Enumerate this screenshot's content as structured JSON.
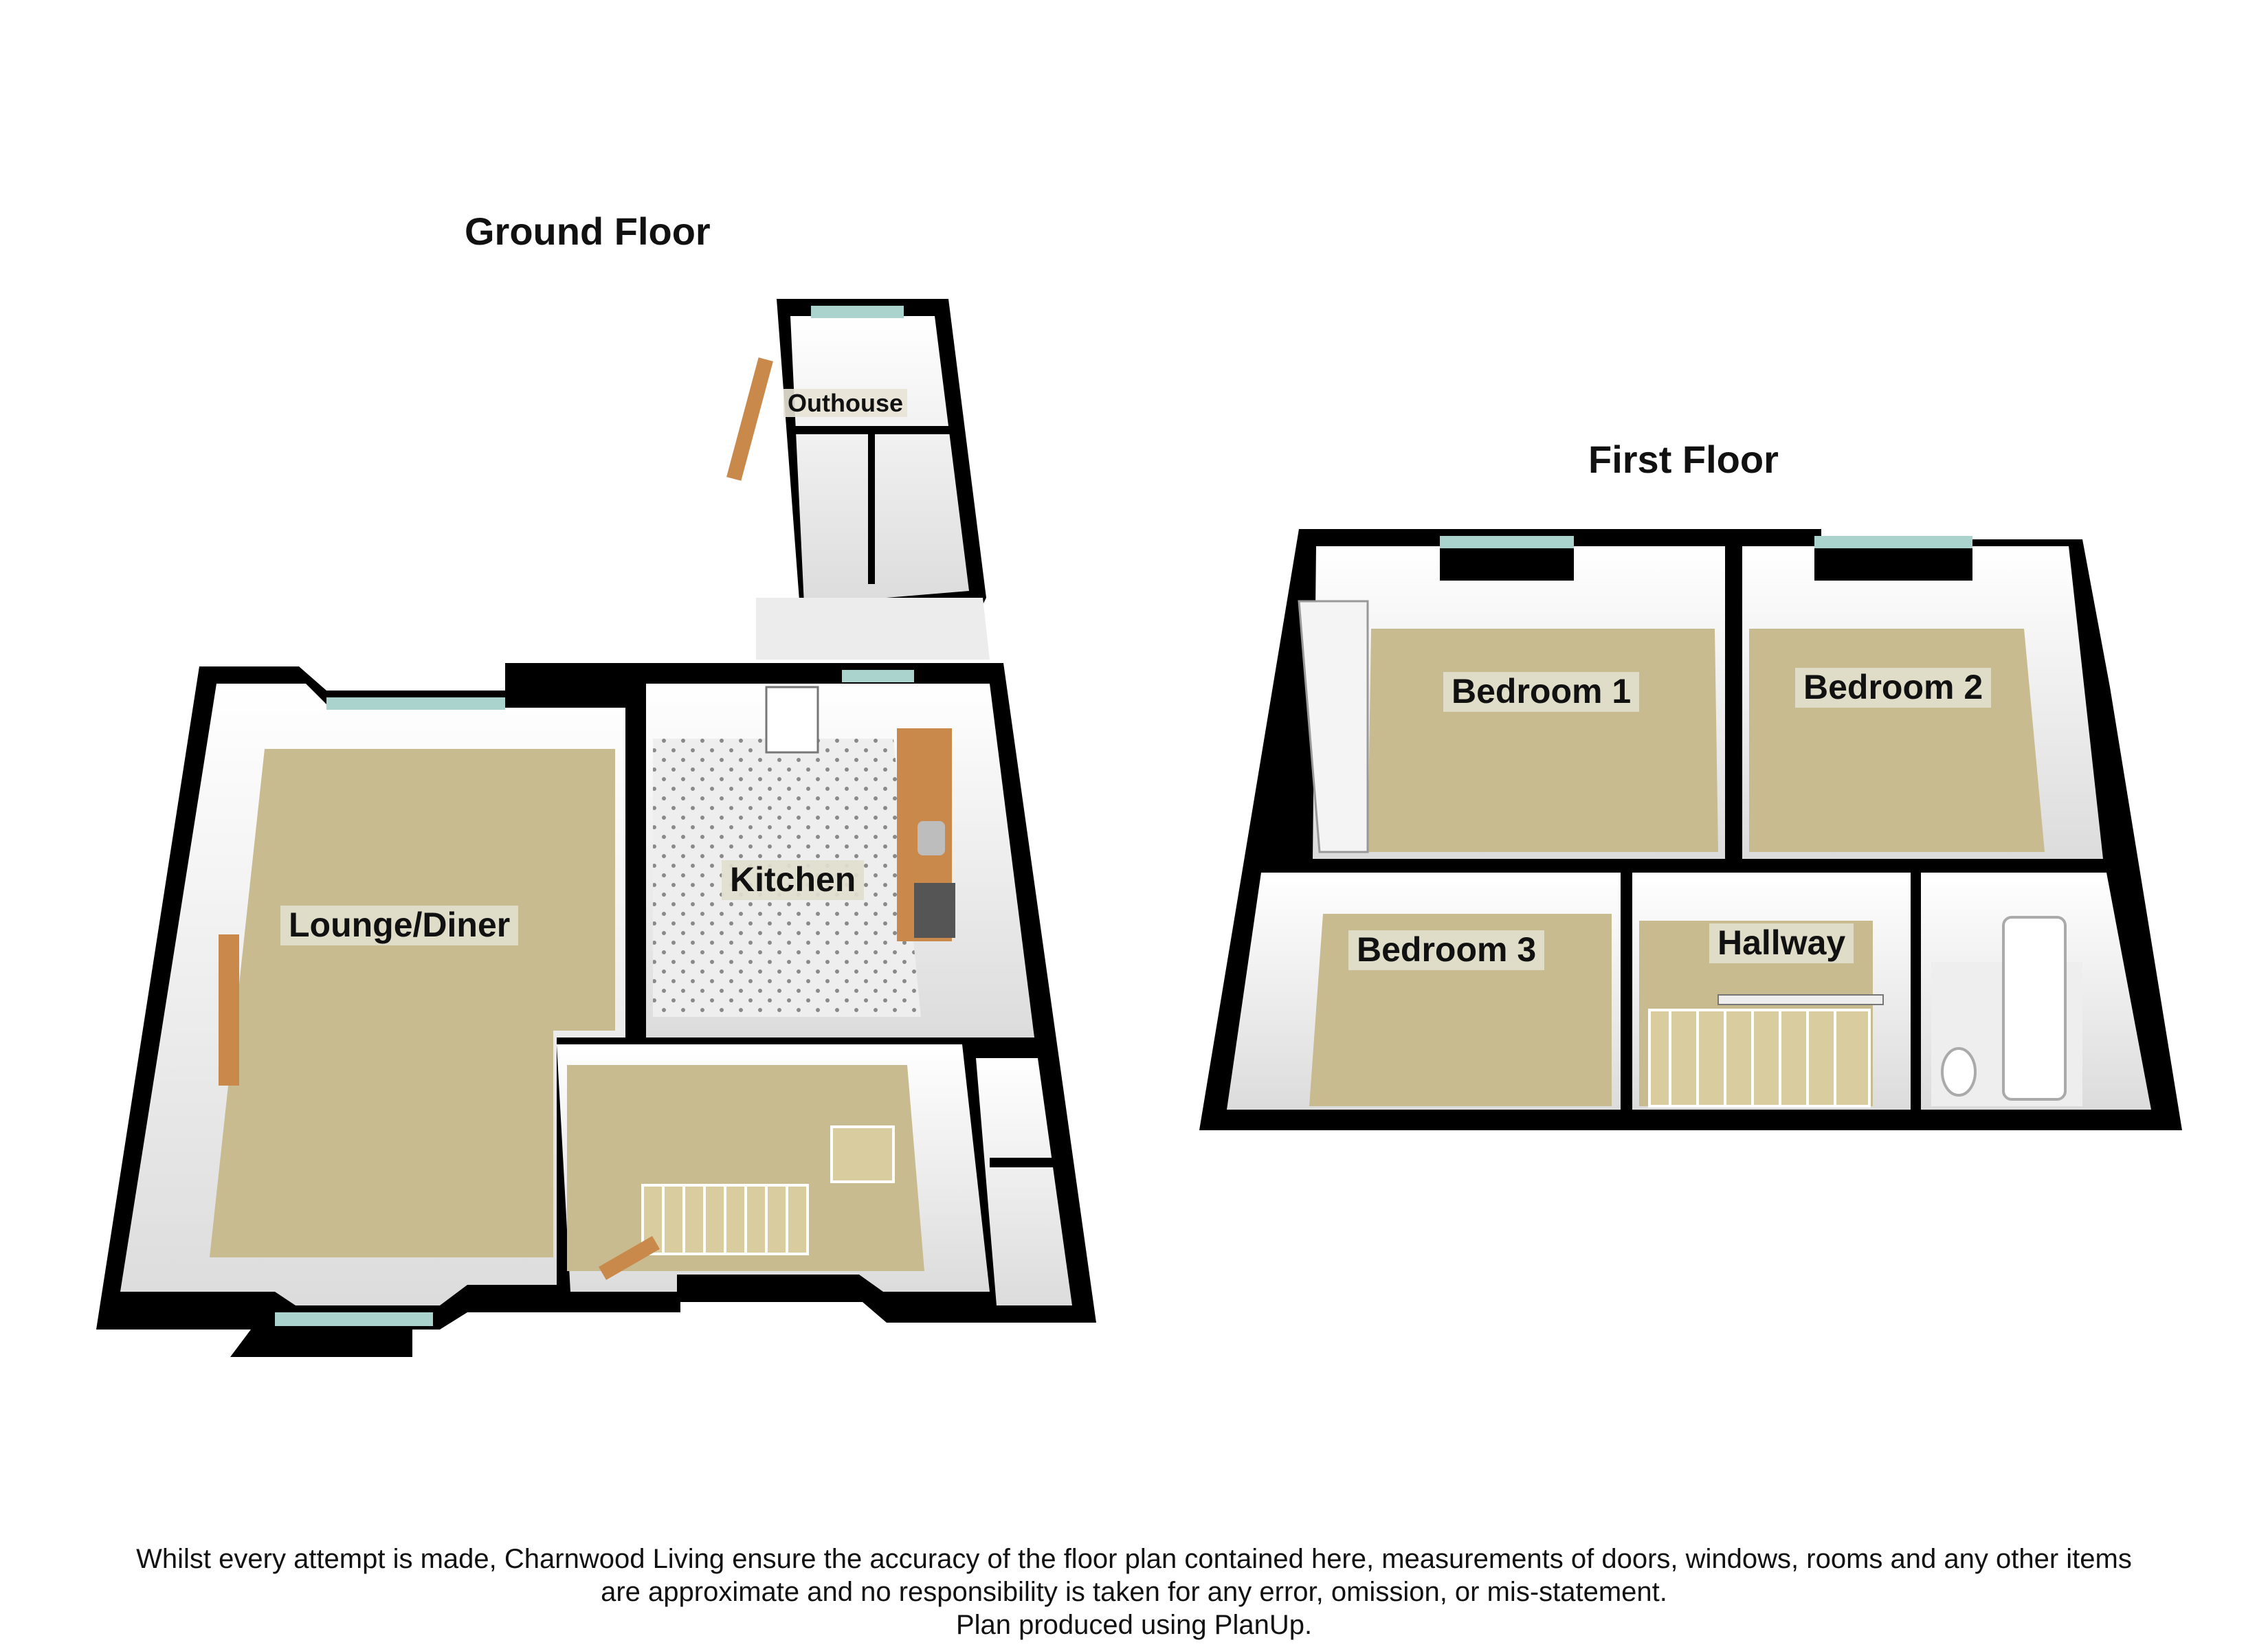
{
  "floors": {
    "ground": {
      "title": "Ground Floor",
      "rooms": {
        "lounge": "Lounge/Diner",
        "kitchen": "Kitchen",
        "outhouse": "Outhouse"
      }
    },
    "first": {
      "title": "First Floor",
      "rooms": {
        "bedroom1": "Bedroom 1",
        "bedroom2": "Bedroom 2",
        "bedroom3": "Bedroom 3",
        "hallway": "Hallway"
      }
    }
  },
  "disclaimer": {
    "line1": "Whilst every attempt is made, Charnwood Living ensure the accuracy of the floor plan contained here, measurements of doors, windows, rooms and any other items",
    "line2": "are approximate and no responsibility is taken for any error, omission, or mis-statement.",
    "line3": "Plan produced using PlanUp."
  },
  "colors": {
    "wall": "#000000",
    "carpet": "#c8bb90",
    "tile": "#ececec",
    "inner_wall": "#ffffff",
    "glass": "#a9d3cc",
    "worktop": "#c9894a"
  }
}
